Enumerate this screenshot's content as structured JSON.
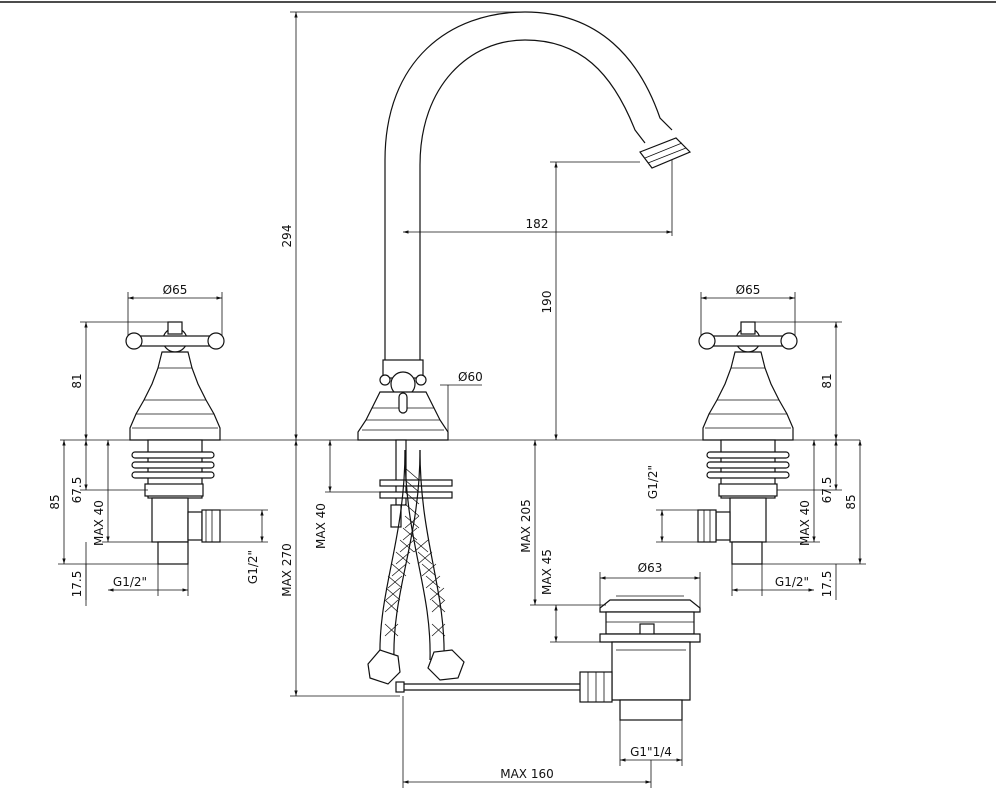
{
  "colors": {
    "line": "#111111",
    "background": "#ffffff"
  },
  "faucet": {
    "height": "294",
    "reach": "182",
    "spout_clearance": "190",
    "base_diameter": "Ø60",
    "below_deck": "MAX 270",
    "deck_thickness": "MAX 40",
    "tail_length": "MAX 205"
  },
  "left_valve": {
    "handle_diameter": "Ø65",
    "height_above_deck": "81",
    "total_below": "85",
    "shank": "67.5",
    "deck_thickness": "MAX 40",
    "outlet_offset": "17.5",
    "inlet_thread": "G1/2\"",
    "outlet_thread": "G1/2\""
  },
  "right_valve": {
    "handle_diameter": "Ø65",
    "height_above_deck": "81",
    "total_below": "85",
    "shank": "67.5",
    "deck_thickness": "MAX 40",
    "outlet_offset": "17.5",
    "inlet_thread": "G1/2\"",
    "outlet_thread": "G1/2\""
  },
  "drain": {
    "diameter": "Ø63",
    "deck_thickness": "MAX 45",
    "thread": "G1\"1/4",
    "rod_length": "MAX 160"
  }
}
